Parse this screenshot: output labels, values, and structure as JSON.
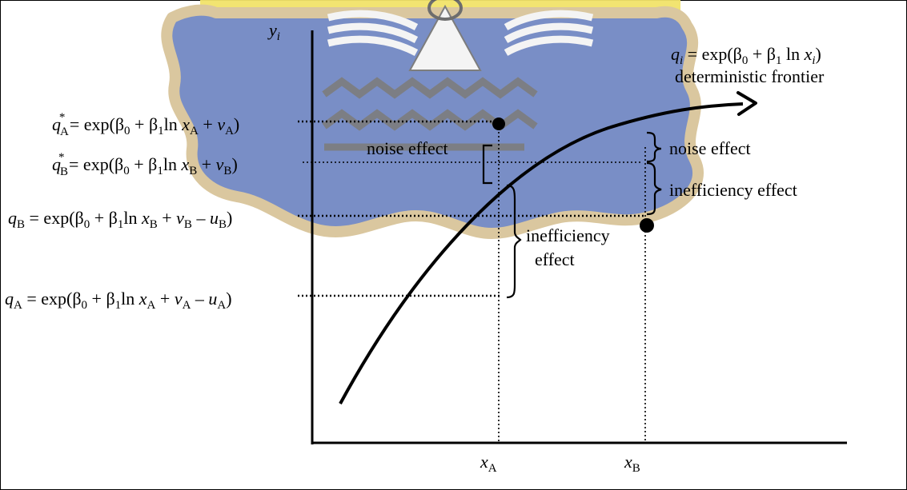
{
  "diagram": {
    "axes": {
      "y_label": "y",
      "y_label_sub": "i"
    },
    "x_ticks": [
      {
        "label": "x",
        "sub": "A"
      },
      {
        "label": "x",
        "sub": "B"
      }
    ],
    "frontier": {
      "line1": "q",
      "line1_sub": "i",
      "line1_eq": " = exp(β",
      "line1_b0": "0",
      "line1_plus": " + β",
      "line1_b1": "1",
      "line1_ln": " ln ",
      "line1_x": "x",
      "line1_close": ")",
      "line2": "deterministic frontier"
    },
    "y_labels": {
      "qA_star": {
        "q": "q",
        "sub": "A",
        "sup": "*",
        "rest": " = exp(β",
        "r1": "0",
        "r2": " + β",
        "r3": "1",
        "r4": "ln ",
        "x": "x",
        "xsub": "A",
        "r5": " + ",
        "v": "v",
        "vsub": "A",
        "r6": ")"
      },
      "qB_star": {
        "q": "q",
        "sub": "B",
        "sup": "*",
        "rest": " = exp(β",
        "r1": "0",
        "r2": " + β",
        "r3": "1",
        "r4": "ln ",
        "x": "x",
        "xsub": "B",
        "r5": " + ",
        "v": "v",
        "vsub": "B",
        "r6": ")"
      },
      "qB": {
        "q": "q",
        "sub": "B",
        "rest": " = exp(β",
        "r1": "0",
        "r2": " + β",
        "r3": "1",
        "r4": "ln ",
        "x": "x",
        "xsub": "B",
        "r5": " + ",
        "v": "v",
        "vsub": "B",
        "r6": " – ",
        "u": "u",
        "usub": "B",
        "r7": ")"
      },
      "qA": {
        "q": "q",
        "sub": "A",
        "rest": " = exp(β",
        "r1": "0",
        "r2": " + β",
        "r3": "1",
        "r4": "ln ",
        "x": "x",
        "xsub": "A",
        "r5": " + ",
        "v": "v",
        "vsub": "A",
        "r6": " – ",
        "u": "u",
        "usub": "A",
        "r7": ")"
      }
    },
    "annotations": {
      "noise_effect_A": "noise effect",
      "inefficiency_A_line1": "inefficiency",
      "inefficiency_A_line2": "effect",
      "noise_effect_B": "noise effect",
      "inefficiency_effect_B": "inefficiency effect"
    },
    "colors": {
      "line": "#000000",
      "emblem_blue": "#6c82bf",
      "emblem_edge": "#d8c7a0",
      "emblem_yellow": "#f2e36a"
    }
  }
}
